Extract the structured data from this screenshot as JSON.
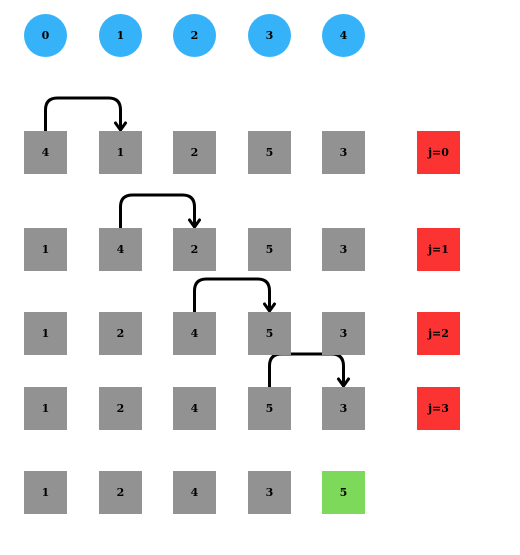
{
  "colors": {
    "index_circle": "#36b3f8",
    "cell": "#929292",
    "highlight": "#7dd95a",
    "j_label": "#fc3333",
    "arrow": "#000000"
  },
  "indices": [
    "0",
    "1",
    "2",
    "3",
    "4"
  ],
  "rows": [
    {
      "values": [
        "4",
        "1",
        "2",
        "5",
        "3"
      ],
      "label": "j=0",
      "swap": [
        0,
        1
      ],
      "highlight": null
    },
    {
      "values": [
        "1",
        "4",
        "2",
        "5",
        "3"
      ],
      "label": "j=1",
      "swap": [
        1,
        2
      ],
      "highlight": null
    },
    {
      "values": [
        "1",
        "2",
        "4",
        "5",
        "3"
      ],
      "label": "j=2",
      "swap": [
        2,
        3
      ],
      "highlight": null
    },
    {
      "values": [
        "1",
        "2",
        "4",
        "5",
        "3"
      ],
      "label": "j=3",
      "swap": [
        3,
        4
      ],
      "highlight": null
    },
    {
      "values": [
        "1",
        "2",
        "4",
        "3",
        "5"
      ],
      "label": "",
      "swap": null,
      "highlight": 4
    }
  ]
}
